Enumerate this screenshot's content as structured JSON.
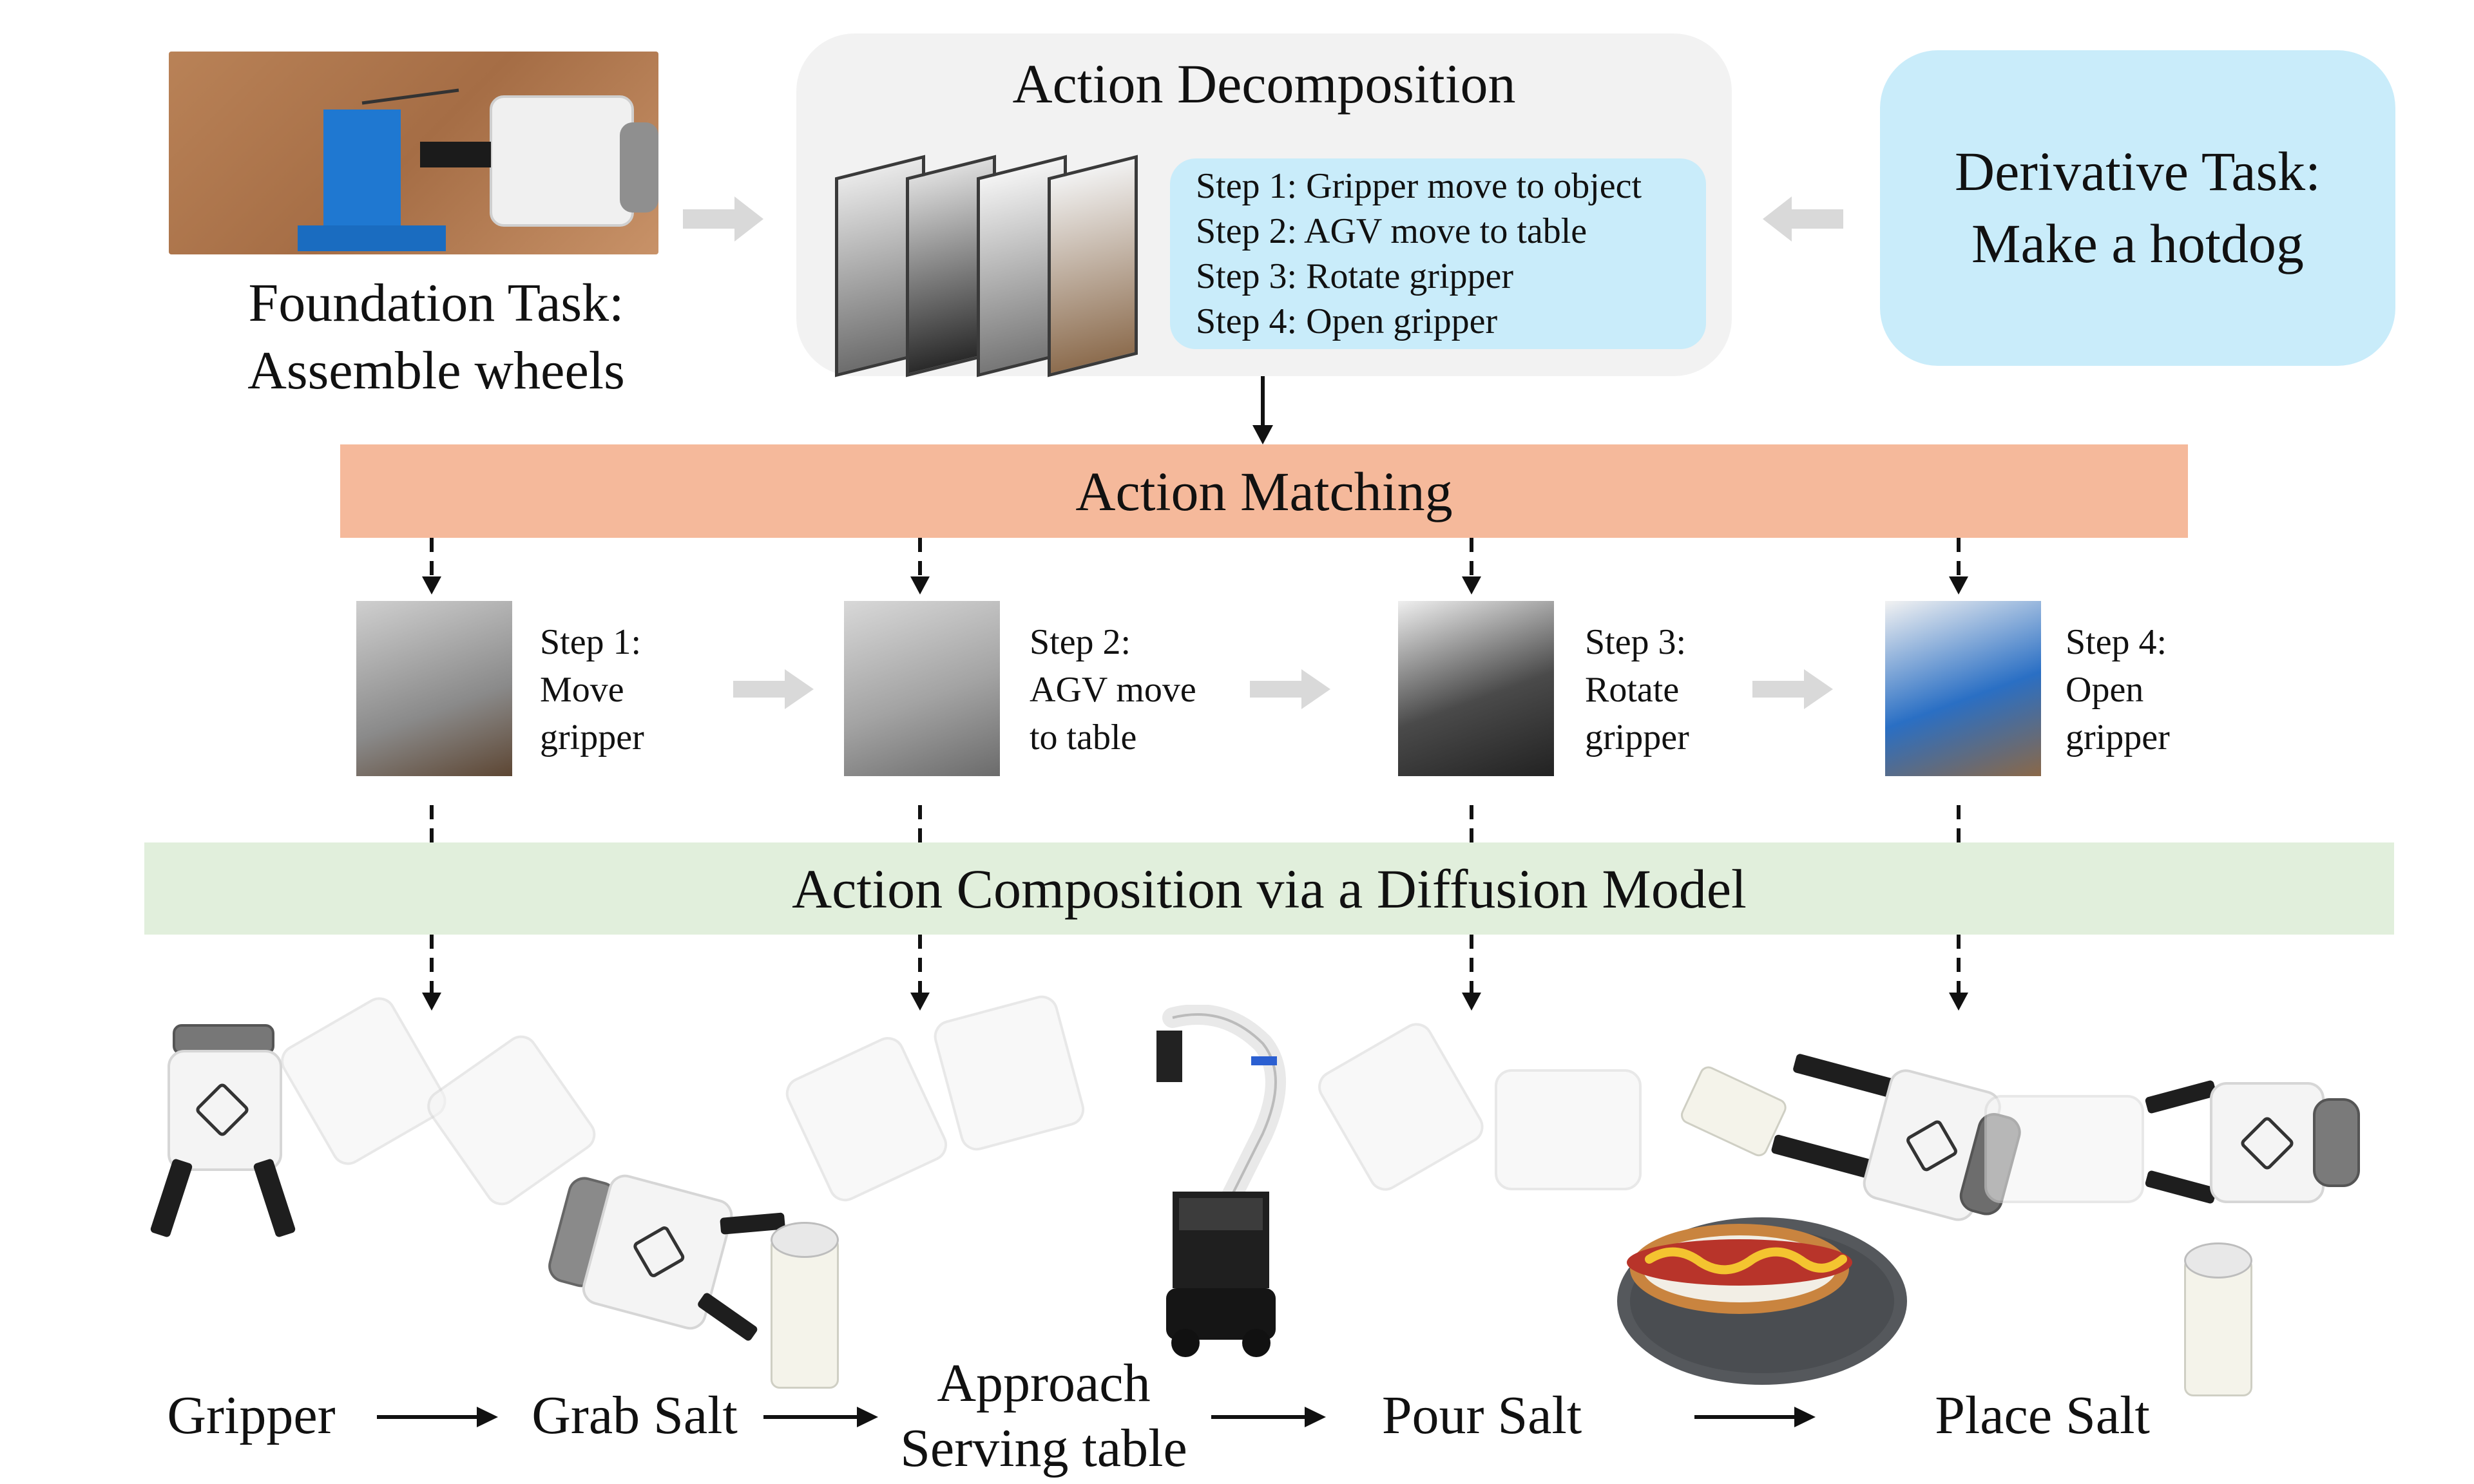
{
  "foundation": {
    "line1": "Foundation Task:",
    "line2": "Assemble wheels"
  },
  "decomposition": {
    "title": "Action Decomposition",
    "steps": [
      "Step 1: Gripper move to object",
      "Step 2: AGV move to table",
      "Step 3: Rotate gripper",
      "Step 4: Open gripper"
    ]
  },
  "derivative": {
    "line1": "Derivative Task:",
    "line2": "Make a hotdog"
  },
  "matching": {
    "label": "Action Matching"
  },
  "matched_steps": [
    {
      "line1": "Step 1:",
      "line2": "Move",
      "line3": "gripper"
    },
    {
      "line1": "Step 2:",
      "line2": "AGV move",
      "line3": "to table"
    },
    {
      "line1": "Step 3:",
      "line2": "Rotate",
      "line3": "gripper"
    },
    {
      "line1": "Step 4:",
      "line2": "Open",
      "line3": "gripper"
    }
  ],
  "composition": {
    "label": "Action Composition via a Diffusion Model"
  },
  "sequence": {
    "gripper": "Gripper",
    "grab_salt": "Grab Salt",
    "approach_line1": "Approach",
    "approach_line2": "Serving table",
    "pour_salt": "Pour Salt",
    "place_salt": "Place Salt"
  },
  "colors": {
    "decomp_bg": "#f2f2f2",
    "step_box": "#c9ecfa",
    "matching_band": "#f5b99b",
    "composition_band": "#e1efdc",
    "arrow_gray": "#d9d9d9"
  }
}
